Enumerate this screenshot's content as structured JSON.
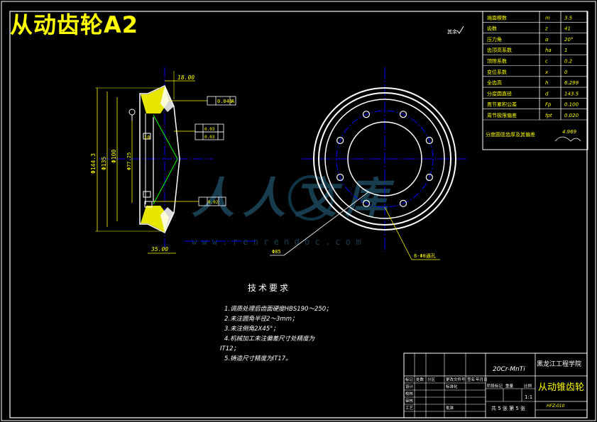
{
  "title": "从动齿轮A2",
  "roughness_note": "其余",
  "watermark": {
    "brand": "人人文库",
    "url": "w w w . r e n r e n d o c . c o m"
  },
  "params_table": [
    [
      "端面模数",
      "m",
      "3.5"
    ],
    [
      "齿数",
      "z",
      "41"
    ],
    [
      "压力角",
      "α",
      "20°"
    ],
    [
      "齿顶高系数",
      "ha",
      "1"
    ],
    [
      "顶隙系数",
      "c",
      "0.2"
    ],
    [
      "变位系数",
      "x",
      "0"
    ],
    [
      "全齿高",
      "h",
      "6.299"
    ],
    [
      "分度圆直径",
      "d",
      "143.5"
    ],
    [
      "周节累积公差",
      "Fp",
      "0.100"
    ],
    [
      "周节极限偏差",
      "fpt",
      "0.020"
    ]
  ],
  "params_extra": {
    "label": "分度圆弦齿厚及其偏差",
    "value": "4.969"
  },
  "dims": {
    "top_offset": "18.00",
    "bottom_width": "35.00",
    "d_outer": "Φ144.3",
    "d_pitch": "Φ135",
    "d_hub": "Φ100",
    "d_bore": "Φ77.25",
    "d_bolt_circle": "Φ85",
    "holes": "8-Φ8通孔",
    "tol_runout": "0.040",
    "tol_flat": "0.03",
    "tol_para": "0.02",
    "tol_perp": "0.03",
    "datum": "A",
    "small_10": "10"
  },
  "tech_req": {
    "heading": "技术要求",
    "items": [
      "1.调质处理后齿面硬度HBS190～250；",
      "2.未注圆角半径2～3mm；",
      "3.未注倒角2X45°；",
      "4.机械加工未注偏差尺寸处精度为",
      "IT12；",
      "5.铸造尺寸精度为IT17。"
    ]
  },
  "title_block": {
    "material": "20Cr-MnTi",
    "school": "黑龙江工程学院",
    "part_name": "从动锥齿轮",
    "drawing_no": "HFZ-010",
    "scale": "1:1",
    "sheet": "共 5 张  第 5 张",
    "labels": [
      "标记",
      "处数",
      "分区",
      "更改文件号",
      "签名",
      "年月日",
      "设计",
      "校核",
      "标准化",
      "审核",
      "工艺",
      "批准",
      "阶段标记",
      "重量",
      "比例"
    ]
  },
  "colors": {
    "line": "#ffffff",
    "dim": "#ffff00",
    "center": "#0000ff",
    "leader": "#00ff00",
    "frame": "#ffffff"
  }
}
